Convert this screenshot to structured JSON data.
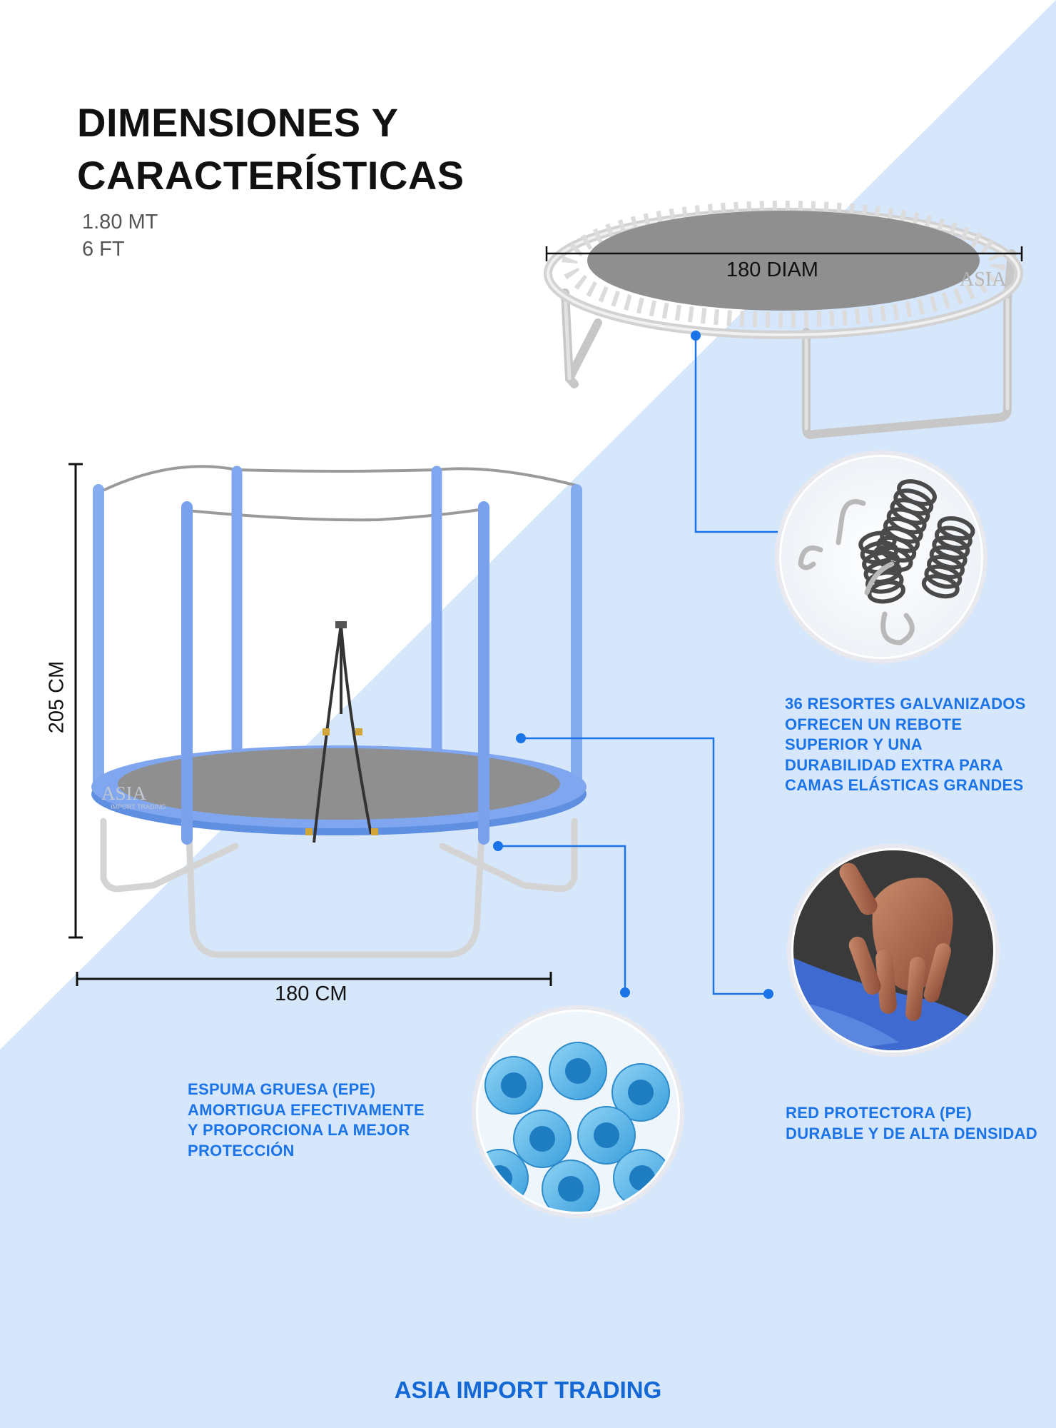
{
  "header": {
    "title_line1": "DIMENSIONES Y",
    "title_line2": "CARACTERÍSTICAS",
    "spec_mt": "1.80 MT",
    "spec_ft": "6 FT"
  },
  "dimensions": {
    "top_diameter": "180 DIAM",
    "height": "205 CM",
    "width": "180 CM"
  },
  "features": {
    "springs": [
      "36 RESORTES GALVANIZADOS",
      "OFRECEN UN REBOTE",
      "SUPERIOR Y UNA",
      "DURABILIDAD EXTRA PARA",
      "CAMAS ELÁSTICAS GRANDES"
    ],
    "net": [
      "RED PROTECTORA (PE)",
      "DURABLE Y DE ALTA DENSIDAD"
    ],
    "foam": [
      "ESPUMA GRUESA (EPE)",
      "AMORTIGUA EFECTIVAMENTE",
      "Y PROPORCIONA LA MEJOR",
      "PROTECCIÓN"
    ]
  },
  "watermark": "ASIA",
  "watermark_sub": "IMPORT TRADING",
  "brand": "ASIA IMPORT TRADING",
  "colors": {
    "accent_blue": "#1b73e8",
    "background_blue": "#d6e7fb",
    "pad_blue": "#7fa6ee",
    "mat_gray": "#8f8f8f"
  }
}
